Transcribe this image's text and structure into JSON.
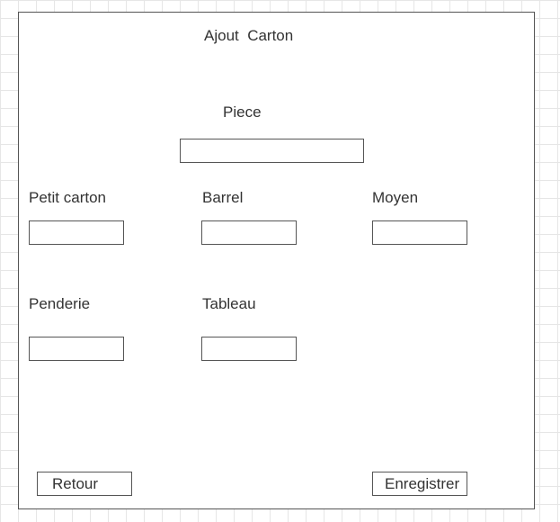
{
  "form": {
    "title": "Ajout  Carton",
    "piece": {
      "label": "Piece",
      "value": ""
    },
    "petit_carton": {
      "label": "Petit carton",
      "value": ""
    },
    "barrel": {
      "label": "Barrel",
      "value": ""
    },
    "moyen": {
      "label": "Moyen",
      "value": ""
    },
    "penderie": {
      "label": "Penderie",
      "value": ""
    },
    "tableau": {
      "label": "Tableau",
      "value": ""
    }
  },
  "buttons": {
    "back_label": "Retour",
    "save_label": "Enregistrer"
  }
}
